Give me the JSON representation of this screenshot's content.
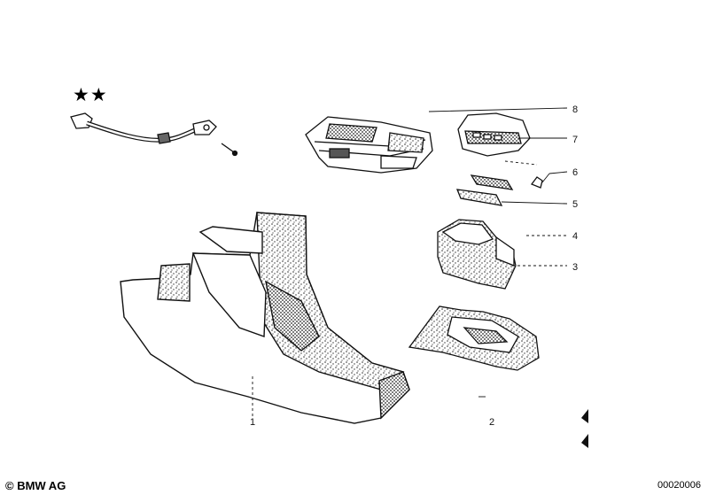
{
  "symbols": {
    "stars": "★★"
  },
  "callouts": [
    {
      "id": "1",
      "label": "1"
    },
    {
      "id": "2",
      "label": "2"
    },
    {
      "id": "3",
      "label": "3"
    },
    {
      "id": "4",
      "label": "4"
    },
    {
      "id": "5",
      "label": "5"
    },
    {
      "id": "6",
      "label": "6"
    },
    {
      "id": "7",
      "label": "7"
    },
    {
      "id": "8",
      "label": "8"
    }
  ],
  "footer": {
    "copyright": "© BMW AG",
    "document_number": "00020006"
  },
  "colors": {
    "ink": "#111111",
    "background": "#ffffff"
  }
}
